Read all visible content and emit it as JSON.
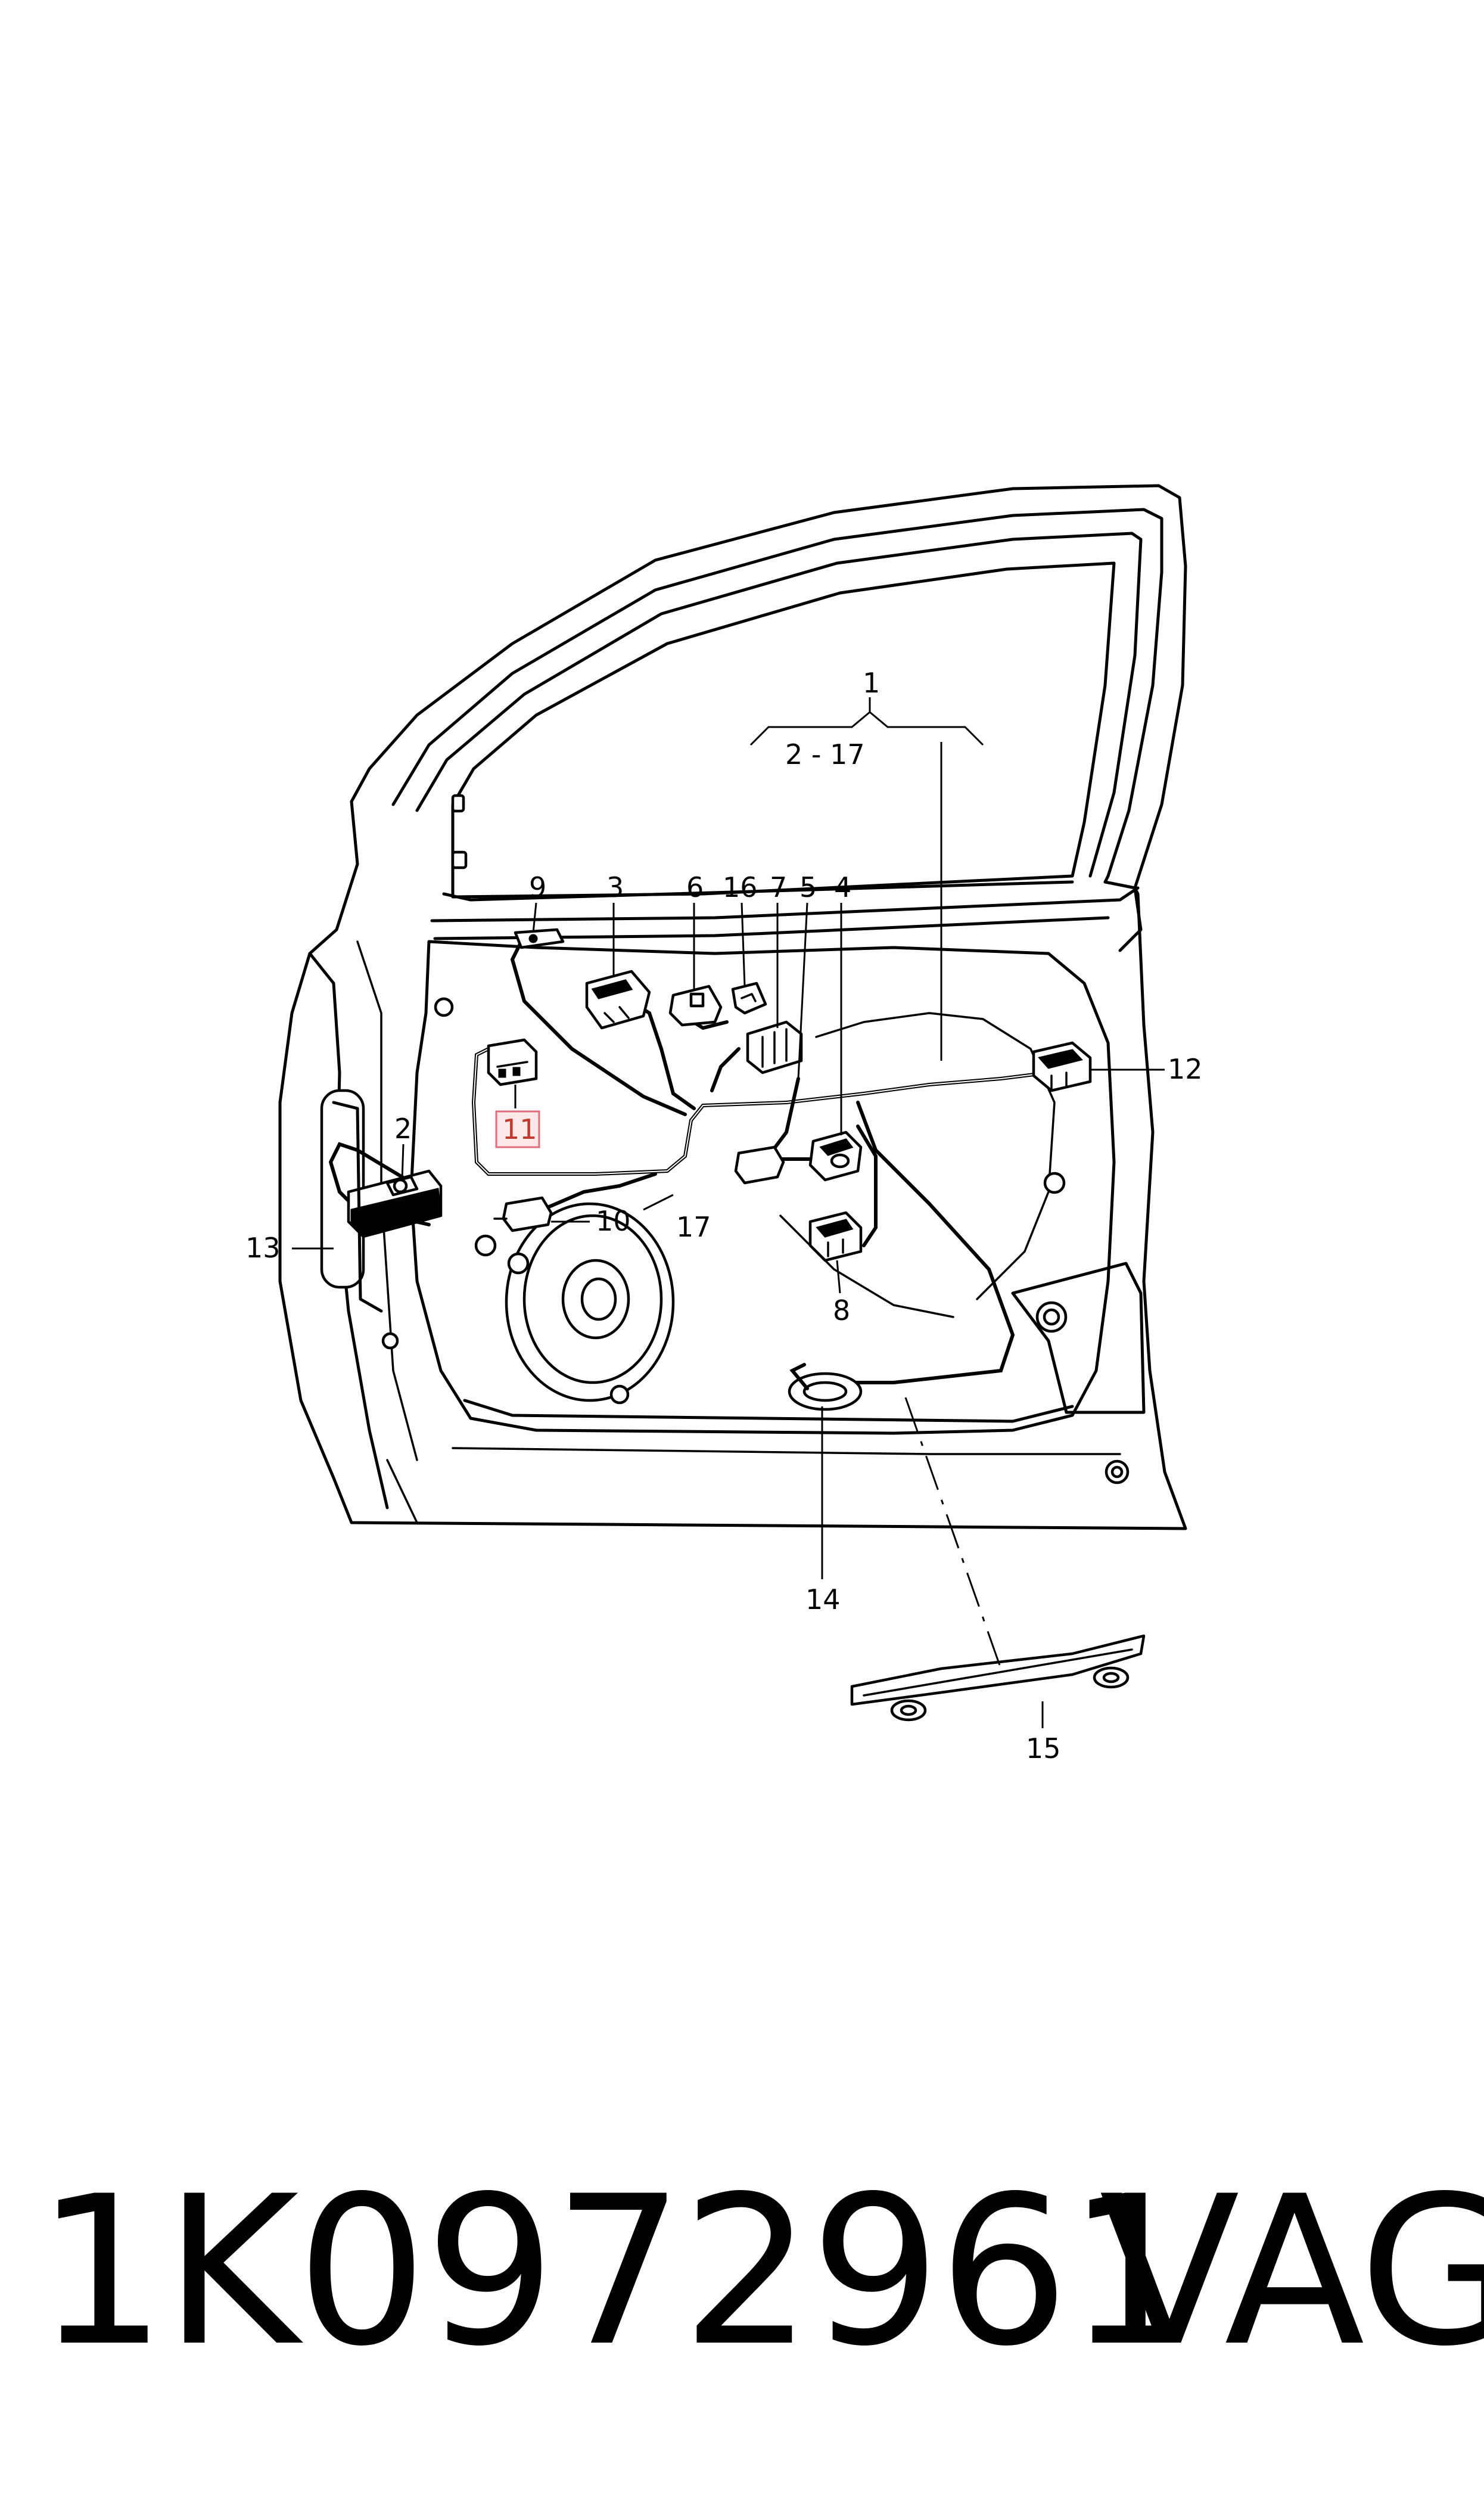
{
  "diagram": {
    "callouts": {
      "c1": "1",
      "c1_range": "2 - 17",
      "c2": "2",
      "c3": "3",
      "c4": "4",
      "c5": "5",
      "c6": "6",
      "c7": "7",
      "c8": "8",
      "c9": "9",
      "c10": "10",
      "c11": "11",
      "c12": "12",
      "c13": "13",
      "c14": "14",
      "c15": "15",
      "c16": "16",
      "c17": "17"
    },
    "highlighted_callout": "11",
    "highlight_color": "#e06c7c"
  },
  "footer": {
    "part_number": "1K0972961",
    "brand": "VAG"
  }
}
